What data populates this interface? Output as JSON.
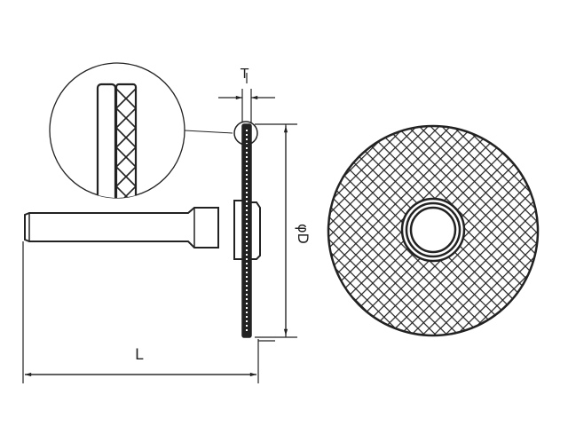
{
  "diagram": {
    "type": "technical-drawing",
    "subject": "mounted abrasive cutting disc on shank",
    "colors": {
      "line": "#222222",
      "background": "#ffffff"
    },
    "dimensions": {
      "thickness": {
        "label": "T"
      },
      "diameter": {
        "label": "φD"
      },
      "length": {
        "label": "L"
      }
    },
    "views": [
      {
        "name": "side-view",
        "description": "shank with disc, side profile"
      },
      {
        "name": "detail-view",
        "description": "magnified disc edge cross-section"
      },
      {
        "name": "front-view",
        "description": "disc face with crosshatch texture and center hub"
      }
    ]
  }
}
